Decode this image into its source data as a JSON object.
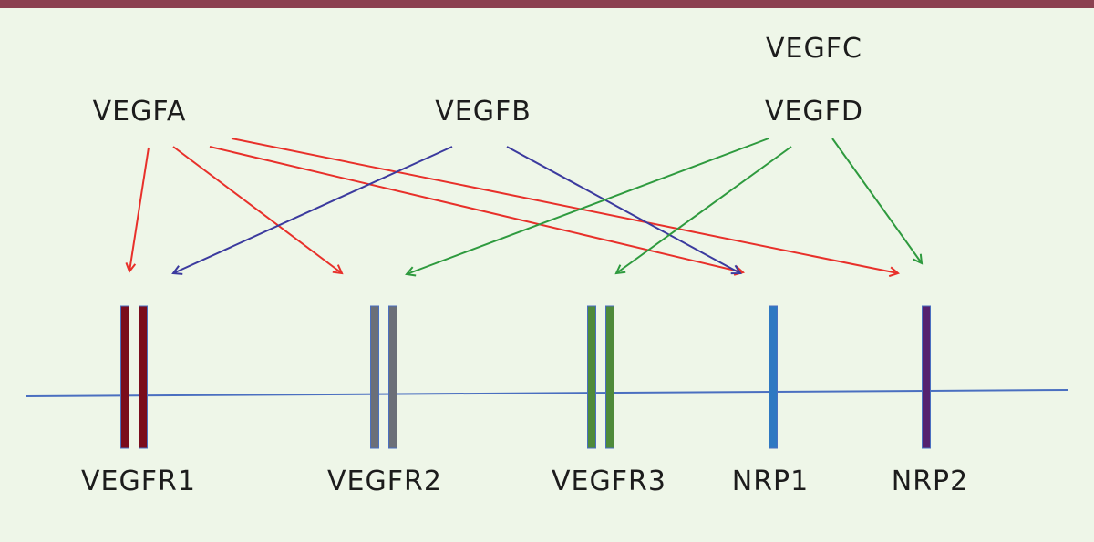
{
  "colors": {
    "background": "#eef6e8",
    "top_bar": "#8b4050",
    "membrane": "#4a6fc0",
    "vegfa_arrow": "#e8302a",
    "vegfb_arrow": "#3b3a9e",
    "vegfcd_arrow": "#2e9a3e"
  },
  "ligands": {
    "vegfc": "VEGFC",
    "vegfa": "VEGFA",
    "vegfb": "VEGFB",
    "vegfd": "VEGFD"
  },
  "receptors": [
    {
      "id": "vegfr1",
      "label": "VEGFR1",
      "color": "#7a0c1c",
      "bars": 2
    },
    {
      "id": "vegfr2",
      "label": "VEGFR2",
      "color": "#6b6f78",
      "bars": 2
    },
    {
      "id": "vegfr3",
      "label": "VEGFR3",
      "color": "#4e8a3a",
      "bars": 2
    },
    {
      "id": "nrp1",
      "label": "NRP1",
      "color": "#2e78c2",
      "bars": 1
    },
    {
      "id": "nrp2",
      "label": "NRP2",
      "color": "#55206e",
      "bars": 1
    }
  ],
  "bindings": [
    {
      "from": "vegfa",
      "to": "vegfr1"
    },
    {
      "from": "vegfa",
      "to": "vegfr2"
    },
    {
      "from": "vegfa",
      "to": "nrp1"
    },
    {
      "from": "vegfa",
      "to": "nrp2"
    },
    {
      "from": "vegfb",
      "to": "vegfr1"
    },
    {
      "from": "vegfb",
      "to": "nrp1"
    },
    {
      "from": "vegfd",
      "to": "vegfr2"
    },
    {
      "from": "vegfd",
      "to": "vegfr3"
    },
    {
      "from": "vegfd",
      "to": "nrp2"
    }
  ]
}
